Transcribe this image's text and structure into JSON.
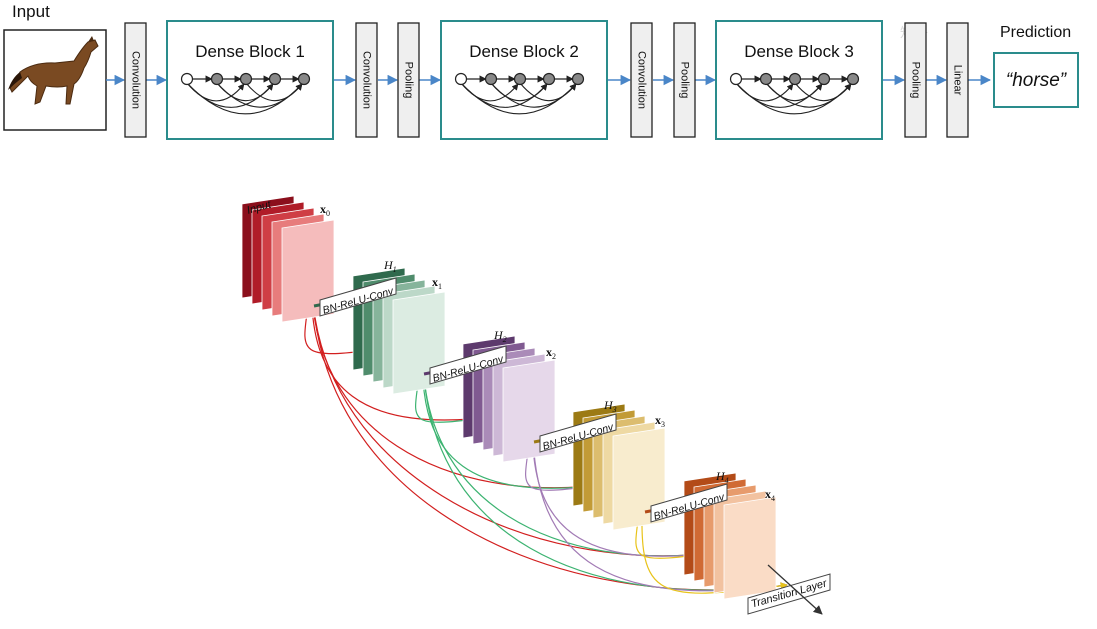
{
  "pipeline": {
    "input_label": "Input",
    "prediction_label": "Prediction",
    "prediction_value": "“horse”",
    "watermark": "知乎",
    "blocks": [
      "Dense Block 1",
      "Dense Block 2",
      "Dense Block 3"
    ],
    "layers": [
      "Convolution",
      "Convolution",
      "Pooling",
      "Convolution",
      "Pooling",
      "Pooling",
      "Linear"
    ]
  },
  "dense_block": {
    "input_label": "Input",
    "features": [
      "x0",
      "x1",
      "x2",
      "x3",
      "x4"
    ],
    "h_labels": [
      "H1",
      "H2",
      "H3",
      "H4"
    ],
    "op_label": "BN-ReLU-Conv",
    "transition_label": "Transition Layer",
    "colors": {
      "x0": [
        "#8b0f1c",
        "#b01c28",
        "#cf3e45",
        "#e77c7c",
        "#f5bcbc"
      ],
      "x1": [
        "#2f6a4d",
        "#4f8c6c",
        "#86b49b",
        "#bcd8c8",
        "#dcece2"
      ],
      "x2": [
        "#5d3a6d",
        "#805a91",
        "#aa8bb8",
        "#cdb8d6",
        "#e6d8ea"
      ],
      "x3": [
        "#9c7a14",
        "#c29b36",
        "#dcbd6e",
        "#eed9a3",
        "#f8ecce"
      ],
      "x4": [
        "#b34b18",
        "#d06a34",
        "#e79b6c",
        "#f2c2a0",
        "#fadcc6"
      ],
      "arrow_red": "#d21f1f",
      "arrow_green": "#3cb371",
      "arrow_purple": "#a27bb5",
      "arrow_yellow": "#e8c31a",
      "box_border": "#2a8c8c",
      "pipe_arrow": "#4a86c8"
    }
  }
}
